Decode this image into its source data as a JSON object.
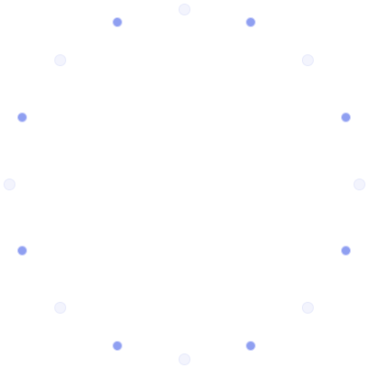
{
  "loader": {
    "colors": {
      "active": "#8f9ff1",
      "inactive": "#f3f4fd"
    },
    "dots": [
      {
        "state": "inactive"
      },
      {
        "state": "active"
      },
      {
        "state": "inactive"
      },
      {
        "state": "active"
      },
      {
        "state": "inactive"
      },
      {
        "state": "active"
      },
      {
        "state": "inactive"
      },
      {
        "state": "active"
      },
      {
        "state": "inactive"
      },
      {
        "state": "active"
      },
      {
        "state": "inactive"
      },
      {
        "state": "active"
      },
      {
        "state": "inactive"
      },
      {
        "state": "active"
      },
      {
        "state": "inactive"
      },
      {
        "state": "active"
      }
    ]
  }
}
